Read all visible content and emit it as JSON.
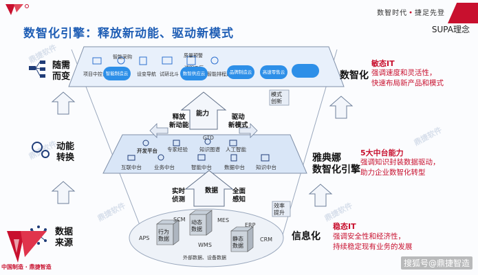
{
  "header": {
    "slogan_left": "数智时代",
    "slogan_right": "捷足先登",
    "title": "数智化引擎：释放新动能、驱动新模式",
    "tag": "SUPA理念"
  },
  "left_column": [
    {
      "label_top": "随需",
      "label_bottom": "而变",
      "icon": "network-hub-icon"
    },
    {
      "label_top": "动能",
      "label_bottom": "转换",
      "icon": "gears-icon"
    },
    {
      "label_top": "数据",
      "label_bottom": "来源",
      "icon": "data-nodes-icon"
    }
  ],
  "right_column": [
    {
      "title_line1": "数智化",
      "title_line2": "",
      "head": "敏态IT",
      "desc": [
        "强调速度和灵活性，",
        "快速布局新产品和模式"
      ]
    },
    {
      "title_line1": "雅典娜",
      "title_line2": "数智化引擎",
      "head": "5大中台能力",
      "desc": [
        "强调知识封装数据驱动，",
        "助力企业数智化转型"
      ]
    },
    {
      "title_line1": "信息化",
      "title_line2": "",
      "head": "稳态IT",
      "desc": [
        "强调安全性和经济性，",
        "持续稳定现有业务的发展"
      ]
    }
  ],
  "top_plane": {
    "nodes": [
      "项目中控台",
      "智能采购",
      "设变导航",
      "试研北斗",
      "质量预警",
      "透明工厂",
      "智能排程透明"
    ],
    "clouds": [
      "智能制造云",
      "数智供应云",
      "品牌制造云",
      "高速零售云",
      ""
    ]
  },
  "middle_labels": {
    "release": [
      "释放",
      "新动能"
    ],
    "ability": "能力",
    "drive": [
      "驱动",
      "新模式"
    ],
    "mode_innovation": [
      "模式",
      "创新"
    ]
  },
  "middle_plane": {
    "top_items": [
      "开发平台",
      "专家经验",
      "GTD",
      "知识图谱",
      "人工智能"
    ],
    "platforms": [
      "互联中台",
      "业务中台",
      "智能中台",
      "数据中台",
      "知识中台"
    ]
  },
  "lower_labels": {
    "realtime": [
      "实时",
      "侦测"
    ],
    "data": "数据",
    "perception": [
      "全面",
      "感知"
    ],
    "efficiency": [
      "效率",
      "提升"
    ]
  },
  "bottom_plane": {
    "systems": [
      "SCM",
      "MES",
      "ERP",
      "APS",
      "CRM",
      "WMS"
    ],
    "cubes": [
      [
        "行为",
        "数据"
      ],
      [
        "动态",
        "数据"
      ],
      [
        "静态",
        "数据"
      ]
    ],
    "caption": "外部数据、设备数据"
  },
  "footer": "搜狐号@鼎捷智造",
  "brand": {
    "text_left": "中国制造",
    "text_right": "鼎捷智造"
  },
  "colors": {
    "accent_red": "#c8102e",
    "title_blue": "#1f5eb5",
    "cloud_blue": "#2d8fe8",
    "plane_blue": "#dfe9f7"
  }
}
